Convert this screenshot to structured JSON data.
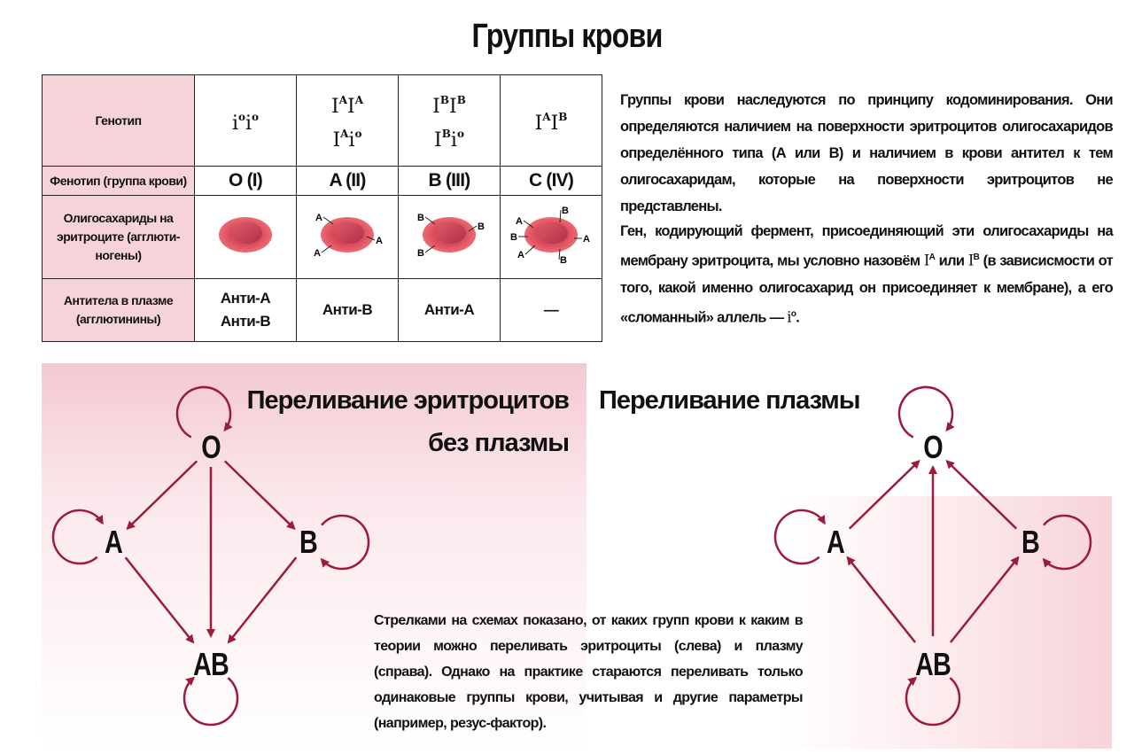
{
  "title": "Группы крови",
  "table": {
    "row_headers": [
      "Генотип",
      "Фенотип (группа крови)",
      "Олигосахариды на эритроците (агглюти-ногены)",
      "Антитела в плазме (агглютинины)"
    ],
    "genotypes": [
      [
        [
          "i",
          "o",
          "i",
          "o"
        ]
      ],
      [
        [
          "I",
          "A",
          "I",
          "A"
        ],
        [
          "I",
          "A",
          "i",
          "o"
        ]
      ],
      [
        [
          "I",
          "B",
          "I",
          "B"
        ],
        [
          "I",
          "B",
          "i",
          "o"
        ]
      ],
      [
        [
          "I",
          "A",
          "I",
          "B"
        ]
      ]
    ],
    "phenotypes": [
      "O (I)",
      "A (II)",
      "B (III)",
      "C (IV)"
    ],
    "antigens": [
      [],
      [
        "A",
        "A",
        "A"
      ],
      [
        "B",
        "B",
        "B"
      ],
      [
        "A",
        "B",
        "B",
        "A",
        "A",
        "B"
      ]
    ],
    "antibodies": [
      [
        "Анти-А",
        "Анти-В"
      ],
      [
        "Анти-В"
      ],
      [
        "Анти-А"
      ],
      [
        "—"
      ]
    ]
  },
  "paragraph1": "Группы крови наследуются по принципу кодоминирования. Они определяются наличием на поверхности эритроцитов олигосахаридов определённого типа (А или В) и наличием в крови антител к тем олигосахаридам, которые на поверхности эритроцитов не представлены.",
  "paragraph2": {
    "part1": "Ген, кодирующий фермент, присоединяющий эти олигосахариды на мембрану эритроцита, мы условно назовём ",
    "IA": "I",
    "IA_sup": "A",
    "or": " или ",
    "IB": "I",
    "IB_sup": "B",
    "part2": " (в зависисмости от того, какой именно олигосахарид он присоединяет к мембране), а его «сломанный» аллель — ",
    "io": "i",
    "io_sup": "o",
    "end": "."
  },
  "left_diagram": {
    "title_line1": "Переливание эритроцитов",
    "title_line2": "без плазмы",
    "nodes": {
      "O": "O",
      "A": "A",
      "B": "B",
      "AB": "AB"
    },
    "edges": [
      [
        "O",
        "A"
      ],
      [
        "O",
        "B"
      ],
      [
        "O",
        "AB"
      ],
      [
        "A",
        "AB"
      ],
      [
        "B",
        "AB"
      ]
    ],
    "self_loops": [
      "O",
      "A",
      "B",
      "AB"
    ]
  },
  "right_diagram": {
    "title": "Переливание плазмы",
    "nodes": {
      "O": "O",
      "A": "A",
      "B": "B",
      "AB": "AB"
    },
    "edges": [
      [
        "A",
        "O"
      ],
      [
        "B",
        "O"
      ],
      [
        "AB",
        "O"
      ],
      [
        "AB",
        "A"
      ],
      [
        "AB",
        "B"
      ]
    ],
    "self_loops": [
      "O",
      "A",
      "B",
      "AB"
    ]
  },
  "note": "Стрелками на схемах показано, от каких групп крови к каким в теории можно переливать эритроциты (слева) и плазму (справа). Однако на практике стараются переливать только одинаковые группы крови, учитывая и другие параметры (например, резус-фактор).",
  "colors": {
    "arrow": "#9b1b3a",
    "header_bg": "#f6d3d9",
    "cell": "#e65a64"
  }
}
